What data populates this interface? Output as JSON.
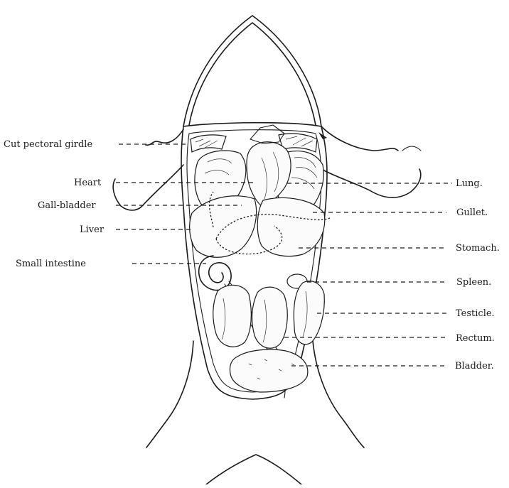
{
  "figure": {
    "labels_left": [
      {
        "key": "cut_pectoral_girdle",
        "text": "Cut pectoral girdle"
      },
      {
        "key": "heart",
        "text": "Heart"
      },
      {
        "key": "gall_bladder",
        "text": "Gall-bladder"
      },
      {
        "key": "liver",
        "text": "Liver"
      },
      {
        "key": "small_intestine",
        "text": "Small intestine"
      }
    ],
    "labels_right": [
      {
        "key": "lung",
        "text": "Lung."
      },
      {
        "key": "gullet",
        "text": "Gullet."
      },
      {
        "key": "stomach",
        "text": "Stomach."
      },
      {
        "key": "spleen",
        "text": "Spleen."
      },
      {
        "key": "testicle",
        "text": "Testicle."
      },
      {
        "key": "rectum",
        "text": "Rectum."
      },
      {
        "key": "bladder",
        "text": "Bladder."
      }
    ]
  }
}
